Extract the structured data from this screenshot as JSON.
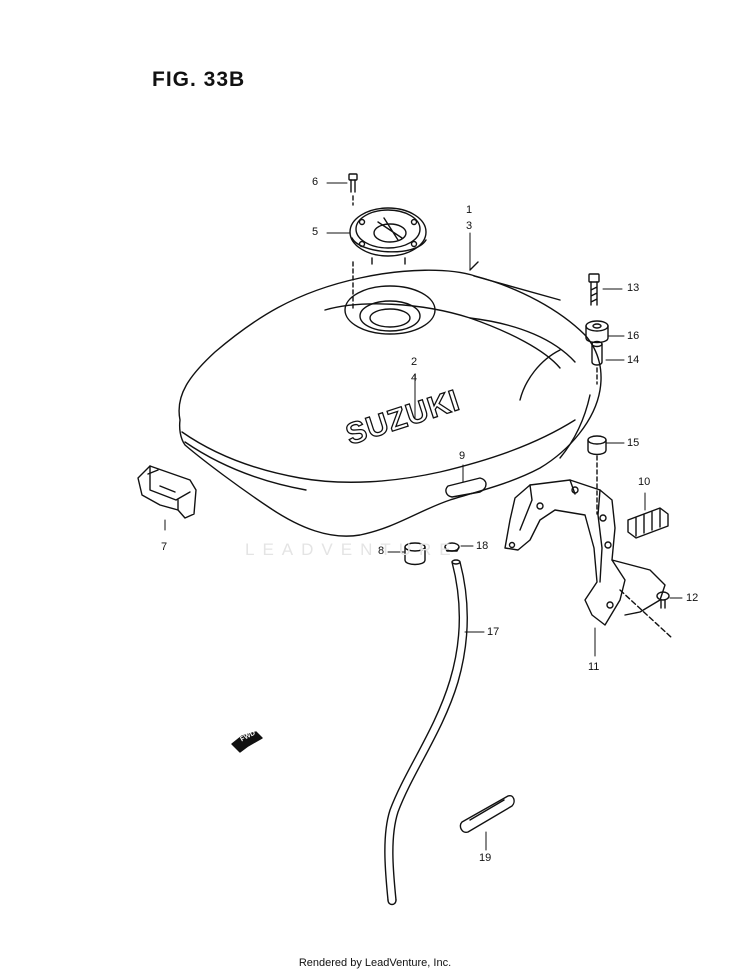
{
  "figure": {
    "title": "FIG. 33B"
  },
  "brand": {
    "tank_lettering": "SUZUKI"
  },
  "arrow": {
    "label": "FWD"
  },
  "watermark": {
    "text": "LEADVENTURE"
  },
  "footer": {
    "text": "Rendered by LeadVenture, Inc."
  },
  "callouts": {
    "c1": "1",
    "c2": "2",
    "c3": "3",
    "c4": "4",
    "c5": "5",
    "c6": "6",
    "c7": "7",
    "c8": "8",
    "c9": "9",
    "c10": "10",
    "c11": "11",
    "c12": "12",
    "c13": "13",
    "c14": "14",
    "c15": "15",
    "c16": "16",
    "c17": "17",
    "c18": "18",
    "c19": "19"
  }
}
